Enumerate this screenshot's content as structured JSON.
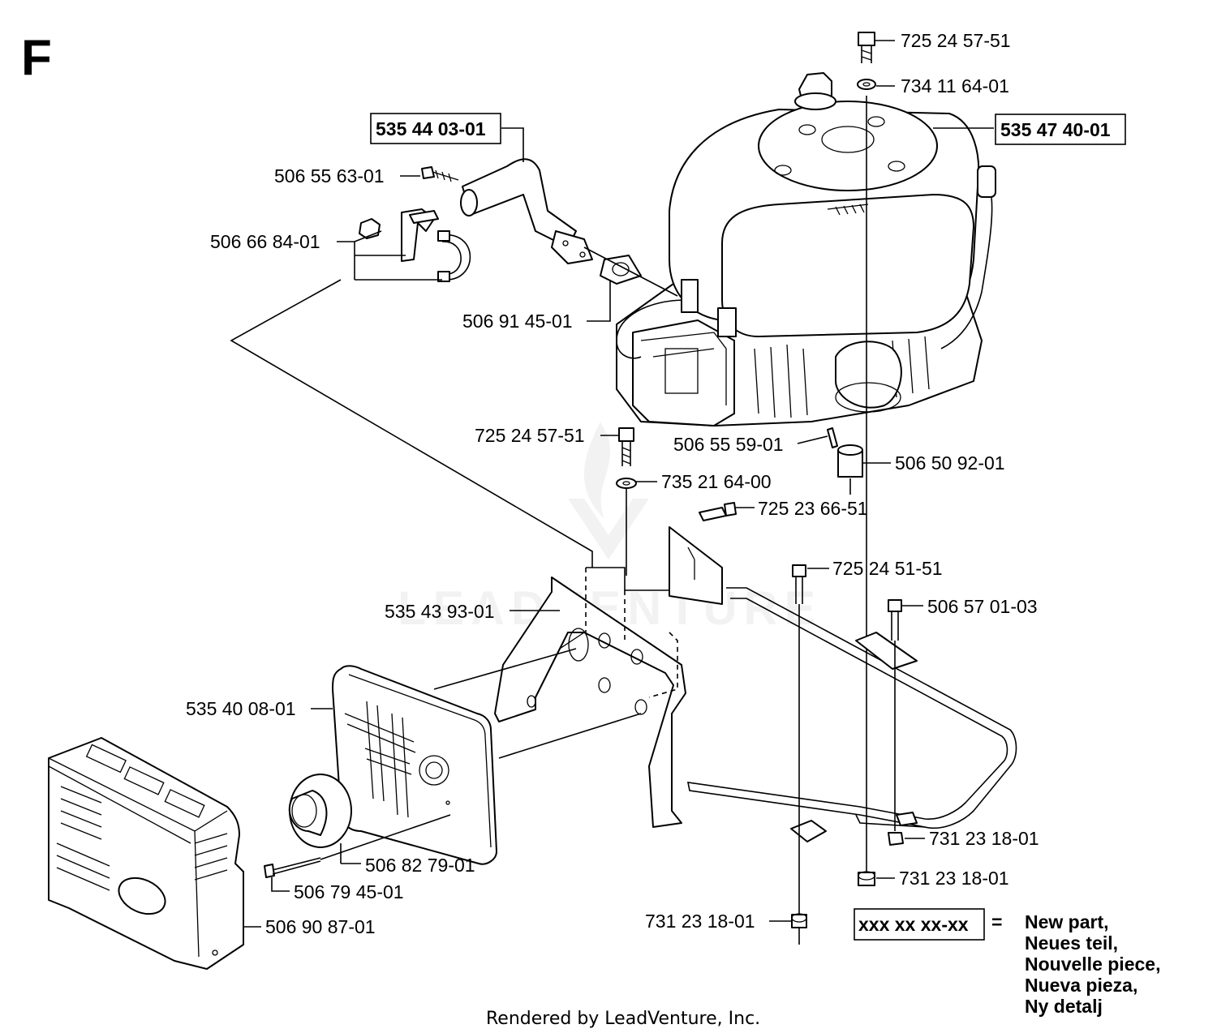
{
  "section_letter": "F",
  "callouts": {
    "bolt_top": "725 24 57-51",
    "washer_top": "734 11 64-01",
    "engine": "535 47 40-01",
    "exhaust_pipe": "535 44 03-01",
    "pipe_screw": "506 55 63-01",
    "clamp_kit": "506 66 84-01",
    "gasket": "506 91 45-01",
    "bolt_mid": "725 24 57-51",
    "key": "506 55 59-01",
    "washer_mid": "735 21 64-00",
    "spacer": "506 50 92-01",
    "screw_bracket": "725 23 66-51",
    "bolt_frame": "725 24 51-51",
    "bracket_plate": "535 43 93-01",
    "bolt_frame_right": "506 57 01-03",
    "muffler": "535 40 08-01",
    "nut_right": "731 23 18-01",
    "nut_bottom_right": "731 23 18-01",
    "deflector": "506 82 79-01",
    "shield_screw": "506 79 45-01",
    "nut_bottom": "731 23 18-01",
    "heat_shield": "506 90 87-01"
  },
  "legend": {
    "sample": "xxx xx xx-xx",
    "equals": "=",
    "lines": [
      "New part,",
      "Neues teil,",
      "Nouvelle piece,",
      "Nueva pieza,",
      "Ny detalj"
    ]
  },
  "watermark": "LEADVENTURE",
  "footer": "Rendered by LeadVenture, Inc."
}
